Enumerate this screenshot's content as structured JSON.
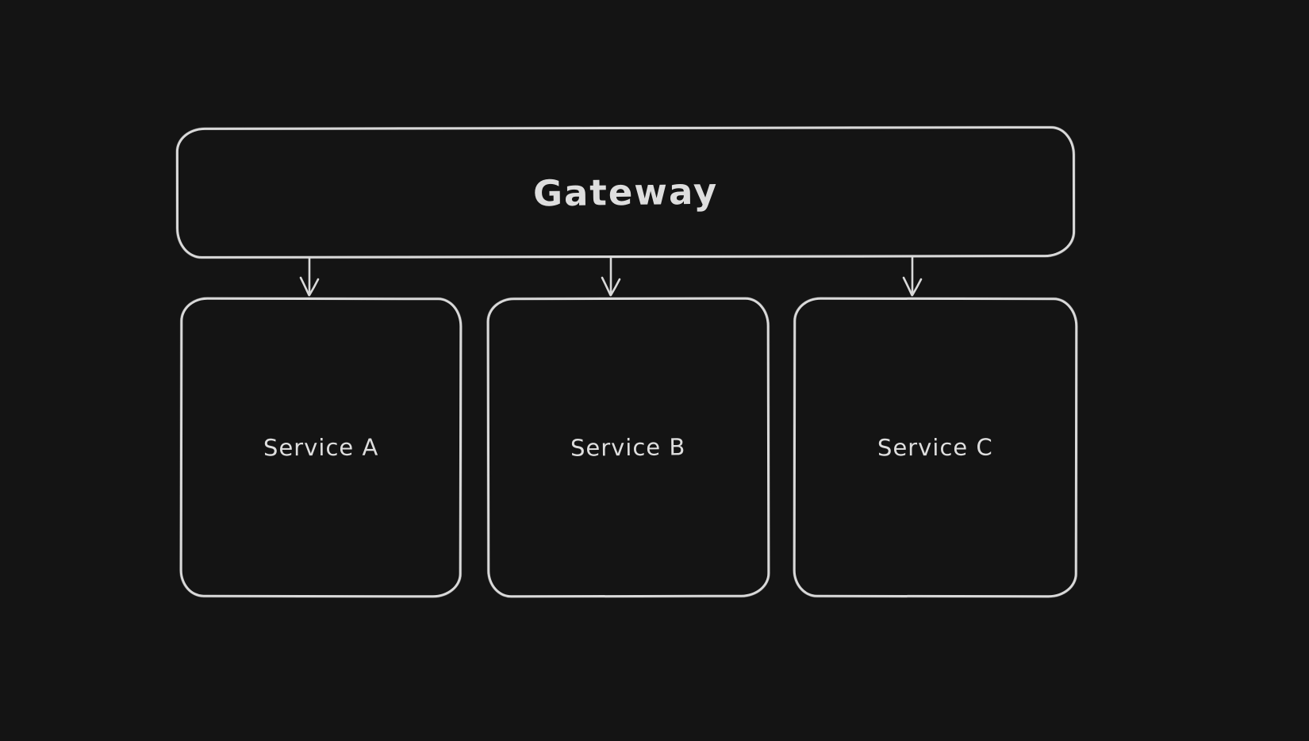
{
  "diagram": {
    "type": "flowchart",
    "theme": {
      "background": "#141414",
      "stroke": "#d9d9d9",
      "text": "#dedede"
    },
    "nodes": [
      {
        "id": "gateway",
        "label": "Gateway"
      },
      {
        "id": "service-a",
        "label": "Service A"
      },
      {
        "id": "service-b",
        "label": "Service B"
      },
      {
        "id": "service-c",
        "label": "Service C"
      }
    ],
    "edges": [
      {
        "from": "gateway",
        "to": "service-a",
        "style": "arrow-down"
      },
      {
        "from": "gateway",
        "to": "service-b",
        "style": "arrow-down"
      },
      {
        "from": "gateway",
        "to": "service-c",
        "style": "arrow-down"
      }
    ]
  }
}
